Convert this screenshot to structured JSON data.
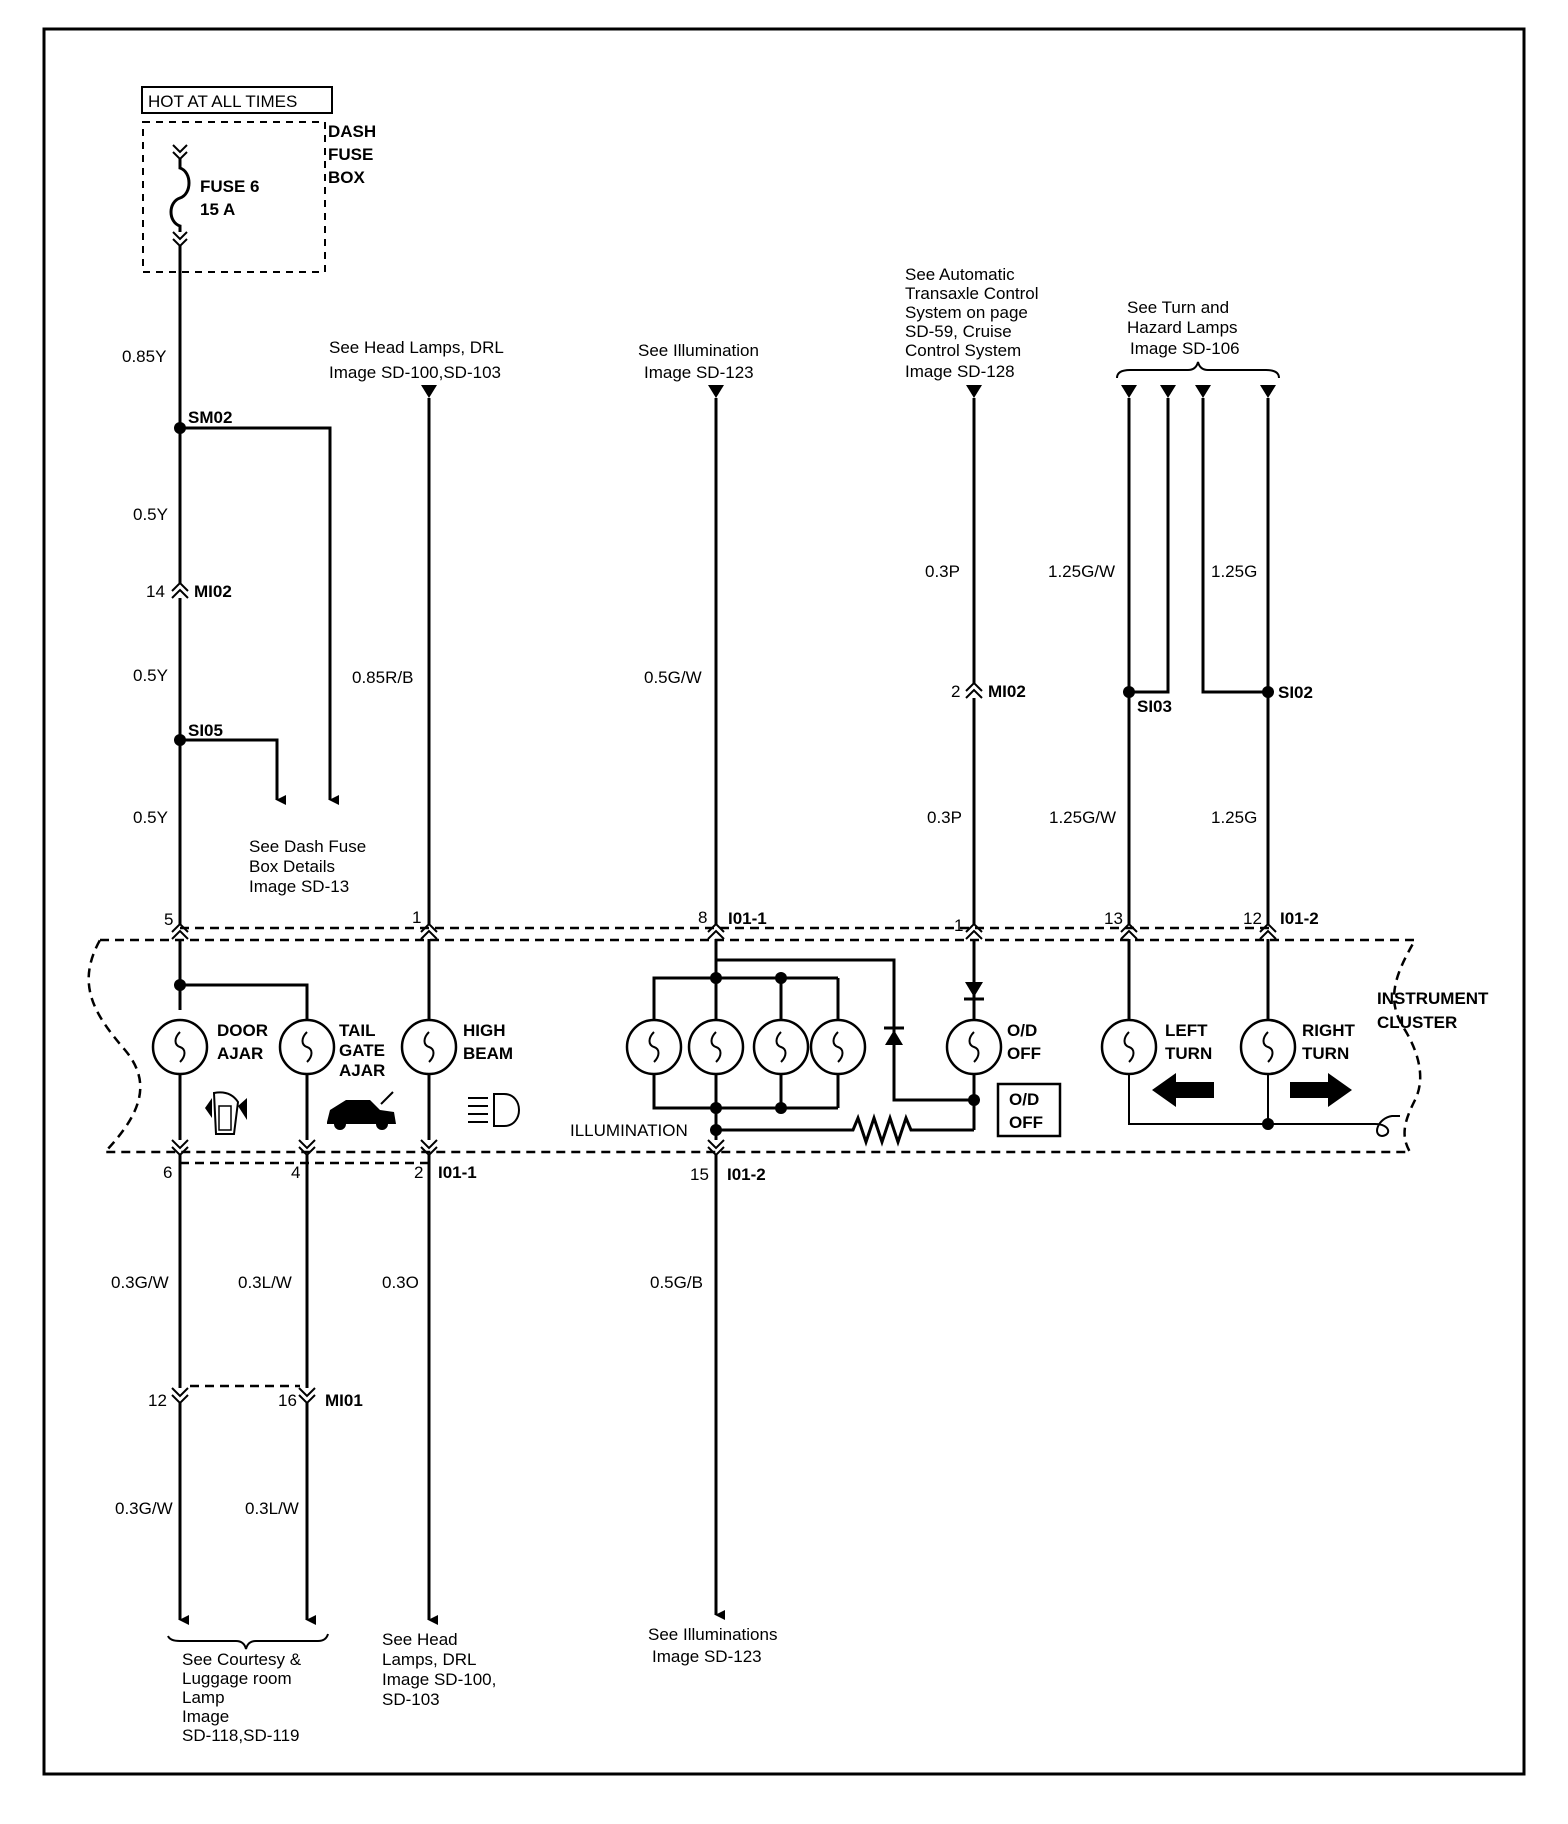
{
  "power": {
    "hot": "HOT AT ALL TIMES",
    "fusebox": [
      "DASH",
      "FUSE",
      "BOX"
    ],
    "fuse": [
      "FUSE 6",
      "15 A"
    ]
  },
  "wires": {
    "w085y": "0.85Y",
    "w05y_a": "0.5Y",
    "w05y_b": "0.5Y",
    "w05y_c": "0.5Y",
    "w085rb": "0.85R/B",
    "w05gw": "0.5G/W",
    "w03p_a": "0.3P",
    "w03p_b": "0.3P",
    "w125gw_a": "1.25G/W",
    "w125gw_b": "1.25G/W",
    "w125g_a": "1.25G",
    "w125g_b": "1.25G",
    "w03gw_a": "0.3G/W",
    "w03gw_b": "0.3G/W",
    "w03lw_a": "0.3L/W",
    "w03lw_b": "0.3L/W",
    "w03o": "0.3O",
    "w05gb": "0.5G/B"
  },
  "splices": {
    "sm02": "SM02",
    "si05": "SI05",
    "si03": "SI03",
    "si02": "SI02"
  },
  "connectors": {
    "mi02_a": {
      "pin": "14",
      "name": "MI02"
    },
    "mi02_b": {
      "pin": "2",
      "name": "MI02"
    },
    "mi01": {
      "pin_a": "12",
      "pin_b": "16",
      "name": "MI01"
    },
    "top_pins": [
      "5",
      "1",
      "8",
      "1",
      "13",
      "12"
    ],
    "top_i011": "I01-1",
    "top_i012": "I01-2",
    "bottom_pins": [
      "6",
      "4",
      "2",
      "15"
    ],
    "bottom_i011": "I01-1",
    "bottom_i012": "I01-2"
  },
  "refs": {
    "headlamps": [
      "See Head Lamps, DRL",
      "Image  SD-100,SD-103"
    ],
    "illum_top": [
      "See Illumination",
      "Image  SD-123"
    ],
    "atcs": [
      "See Automatic",
      "Transaxle Control",
      "System on page",
      "SD-59, Cruise",
      "Control System",
      "Image SD-128"
    ],
    "turn": [
      "See Turn and",
      "Hazard Lamps",
      "Image  SD-106"
    ],
    "dashfuse": [
      "See Dash Fuse",
      "Box Details",
      "Image SD-13"
    ],
    "courtesy": [
      "See Courtesy &",
      "Luggage room",
      "Lamp",
      "Image",
      "SD-118,SD-119"
    ],
    "headlamps_bottom": [
      "See Head",
      "Lamps, DRL",
      "Image  SD-100,",
      "SD-103"
    ],
    "illum_bottom": [
      "See Illuminations",
      "Image SD-123"
    ]
  },
  "cluster": {
    "title": [
      "INSTRUMENT",
      "CLUSTER"
    ],
    "door": [
      "DOOR",
      "AJAR"
    ],
    "tailgate": [
      "TAIL",
      "GATE",
      "AJAR"
    ],
    "highbeam": [
      "HIGH",
      "BEAM"
    ],
    "od": [
      "O/D",
      "OFF"
    ],
    "od_box": [
      "O/D",
      "OFF"
    ],
    "left": [
      "LEFT",
      "TURN"
    ],
    "right": [
      "RIGHT",
      "TURN"
    ],
    "illumination": "ILLUMINATION"
  }
}
